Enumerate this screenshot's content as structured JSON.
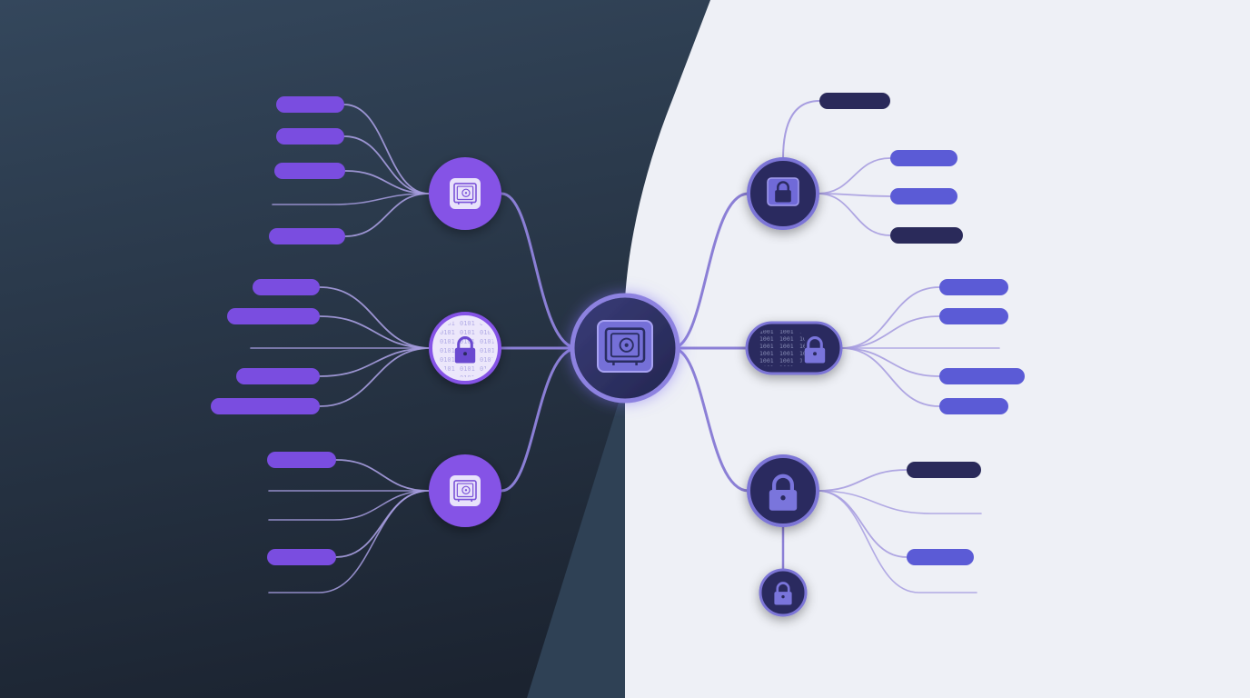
{
  "colors": {
    "dark_bg_top": "#34475c",
    "dark_bg_bottom": "#1c2532",
    "light_bg": "#eef0f6",
    "mid_panel": "#2f4155",
    "connector": "#8b7fd6",
    "connector_faint": "#a79de0",
    "pill_violet": "#7a4de0",
    "pill_indigo": "#5b5bd6",
    "pill_navy": "#2a2a5a",
    "node_violet": "#8552e6",
    "node_navy": "#2b2b5e",
    "node_ring": "#7b74d6",
    "hub_fill": "#2c2f63",
    "hub_ring": "#8d82e0"
  },
  "diagram": {
    "hub": {
      "icon": "safe-icon",
      "style": "hub"
    },
    "left_branches": [
      {
        "node": {
          "icon": "safe-icon",
          "style": "violet"
        },
        "leaves": [
          "pill",
          "pill",
          "pill",
          "line",
          "pill"
        ]
      },
      {
        "node": {
          "icon": "lock-icon",
          "style": "binary"
        },
        "leaves": [
          "pill",
          "pill",
          "line",
          "pill",
          "pill"
        ]
      },
      {
        "node": {
          "icon": "safe-icon",
          "style": "violet"
        },
        "leaves": [
          "pill",
          "line",
          "line",
          "pill",
          "line"
        ]
      }
    ],
    "right_branches": [
      {
        "node": {
          "icon": "lock-icon",
          "style": "navy"
        },
        "leaves": [
          "navy-pill",
          "indigo-pill",
          "indigo-pill",
          "navy-pill"
        ]
      },
      {
        "node": {
          "icon": "lock-icon",
          "style": "capsule"
        },
        "leaves": [
          "indigo-pill",
          "indigo-pill",
          "line",
          "indigo-pill",
          "indigo-pill"
        ]
      },
      {
        "node": {
          "icon": "lock-icon",
          "style": "navy"
        },
        "leaves": [
          "navy-pill",
          "line",
          "indigo-pill",
          "line"
        ],
        "child": {
          "icon": "lock-icon",
          "style": "navy-small"
        }
      }
    ]
  }
}
